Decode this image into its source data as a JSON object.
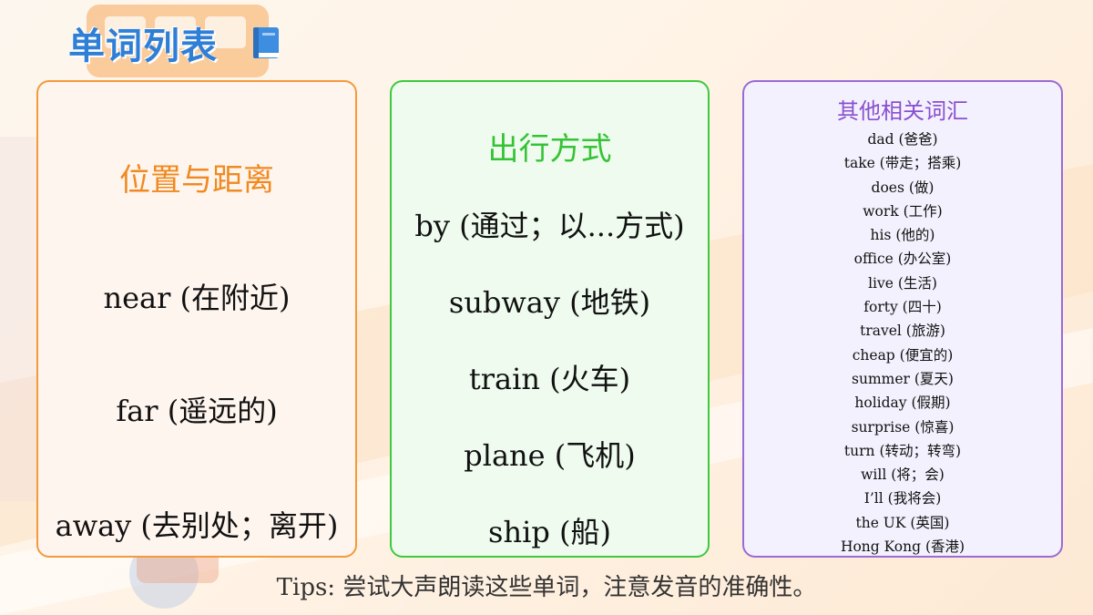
{
  "header": {
    "title": "单词列表",
    "icon": "book-icon"
  },
  "cards": {
    "location": {
      "title": "位置与距离",
      "words": [
        "near (在附近)",
        "far (遥远的)",
        "away (去别处；离开)"
      ]
    },
    "transport": {
      "title": "出行方式",
      "words": [
        "by (通过；以...方式)",
        "subway (地铁)",
        "train (火车)",
        "plane (飞机)",
        "ship (船)"
      ]
    },
    "other": {
      "title": "其他相关词汇",
      "words": [
        "dad (爸爸)",
        "take (带走；搭乘)",
        "does (做)",
        "work (工作)",
        "his (他的)",
        "office (办公室)",
        "live (生活)",
        "forty (四十)",
        "travel (旅游)",
        "cheap (便宜的)",
        "summer (夏天)",
        "holiday (假期)",
        "surprise (惊喜)",
        "turn (转动；转弯)",
        "will (将；会)",
        "I’ll (我将会)",
        "the UK (英国)",
        "Hong Kong (香港)"
      ]
    }
  },
  "footer": {
    "tips": "Tips: 尝试大声朗读这些单词，注意发音的准确性。"
  },
  "colors": {
    "title_blue": "#2f7fd6",
    "orange": "#f39a3c",
    "green": "#3ec93e",
    "purple": "#9a6bd6"
  }
}
